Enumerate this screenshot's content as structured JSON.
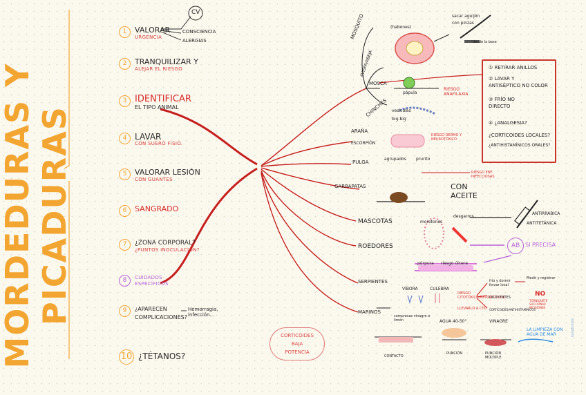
{
  "title": "MORDEDURAS Y PICADURAS",
  "steps": [
    {
      "n": "1",
      "main": "VALORAR",
      "sub": "URGENCIA"
    },
    {
      "n": "2",
      "main": "TRANQUILIZAR Y",
      "sub": "ALEJAR EL RIESGO"
    },
    {
      "n": "3",
      "main": "IDENTIFICAR",
      "main2": "EL TIPO ANIMAL",
      "sub": ""
    },
    {
      "n": "4",
      "main": "LAVAR",
      "sub": "CON SUERO FISIO."
    },
    {
      "n": "5",
      "main": "VALORAR LESIÓN",
      "sub": "CON GUANTES"
    },
    {
      "n": "6",
      "main": "SANGRADO",
      "sub": ""
    },
    {
      "n": "7",
      "main": "¿ZONA CORPORAL?",
      "sub": "¿PUNTOS INOCULACIÓN?"
    },
    {
      "n": "8",
      "main": "",
      "sub": "CUIDADOS ESPECÍFICOS"
    },
    {
      "n": "9",
      "main": "¿APARECEN",
      "main2": "COMPLICACIONES?",
      "sub": ""
    },
    {
      "n": "10",
      "main": "¿TÉTANOS?",
      "sub": ""
    }
  ],
  "valorar_branch": {
    "cv": "CV",
    "consciencia": "CONSCIENCIA",
    "alergias": "ALERGIAS"
  },
  "complicaciones": {
    "text": "Hemorragia, infección..."
  },
  "animals": {
    "mosquito": "MOSQUITO",
    "avispa": "AVISPA/ABEJA",
    "mosca": "MOSCA",
    "chinches": "CHINCHES",
    "arana": "ARAÑA",
    "escorpion": "ESCORPIÓN",
    "pulga": "PULGA",
    "garrapatas": "GARRAPATAS",
    "mascotas": "MASCOTAS",
    "roedores": "ROEDORES",
    "serpientes": "SERPIENTES",
    "marinos": "MARINOS"
  },
  "details": {
    "habones": "(habones)",
    "sacar_aguijon": "sacar aguijón",
    "con_pinzas": "con pinzas",
    "desde_base": "desde la base",
    "papula": "pápula",
    "riesgo_anafilaxia": "RIESGO ANAFILAXIA",
    "vesiculas": "vesículas",
    "big_big": "big-big",
    "riesgo_dermo": "RIESGO DERMO Y NEUROTÓXICO",
    "agrupados": "agrupados",
    "pruriginoso": "prurito",
    "riesgo_enf": "RIESGO ENF. INFECCIOSAS",
    "con_aceite": "CON ACEITE",
    "moretones": "moretones",
    "desgarros": "desgarros",
    "antirrabica": "ANTIRRÁBICA",
    "antitetanica": "ANTITETÁNICA",
    "ab": "AB",
    "si_precisa": "SI PRECISA",
    "purpura": "púrpura",
    "riesgo_ulcera": "riesgo úlcera",
    "vibora": "VÍBORA",
    "culebra": "CULEBRA",
    "riesgo_cito": "RIESGO CITOTÓXICO/NEUROTÓXICO",
    "llevar_a_ctd": "LLEVARLO A CTD",
    "frio_calor": "frío y dormir forzar local",
    "medir_registrar": "Medir y registrar",
    "no": "NO",
    "torniquete": "TORNIQUETE SUCCIONAR INCISIONES",
    "diluyentes": "DILUYENTES",
    "corticoides_ant": "CORTICOIDES/ANTIHISTAMÍNICOS",
    "compresas": "compresas vinagre o limón",
    "agua_caliente": "AGUA 40-50°",
    "vinagre": "VINAGRE",
    "contacto": "CONTACTO",
    "puncion": "PUNCIÓN",
    "puncion_multiple": "PUNCIÓN MÚLTIPLE",
    "la_limpieza": "LA LIMPIEZA CON AGUA DE MAR"
  },
  "box": [
    "① RETIRAR ANILLOS",
    "② LAVAR Y",
    "   ANTISÉPTICO NO COLOR",
    "③ FRÍO NO",
    "   DIRECTO",
    "④ ¿ANALGESIA?",
    "   ¿CORTICOIDES LOCALES?",
    "   ¿ANTIHISTAMÍNICOS ORALES?"
  ],
  "corticoides_box": [
    "CORTICOIDES",
    "BAJA",
    "POTENCIA"
  ],
  "watermark": "Goodnotes",
  "colors": {
    "orange": "#f2a531",
    "red": "#d62b2b",
    "dark_red": "#b51f1f",
    "violet": "#b462d8",
    "blue": "#2d8ee0"
  }
}
